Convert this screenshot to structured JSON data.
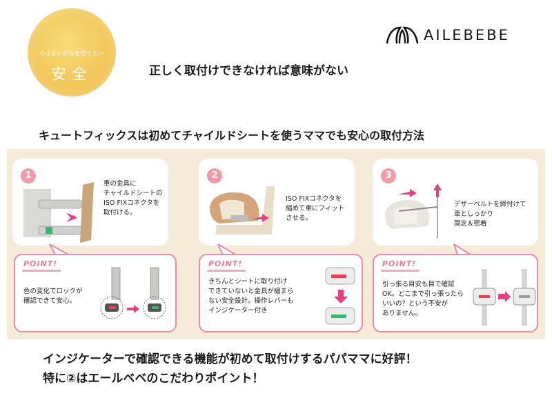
{
  "badge": {
    "subtitle": "小さないのちを守りたい",
    "title": "安全"
  },
  "brand": {
    "name": "AILEBEBE",
    "logo_icon": "ailebebe-wings-logo"
  },
  "headline": "正しく取付けできなければ意味がない",
  "subheadline": "キュートフィックスは初めてチャイルドシートを使うママでも安心の取付方法",
  "colors": {
    "badge_yellow": "#f2c75a",
    "panel_beige": "#f6ead9",
    "accent_pink": "#f29aa8",
    "point_border": "#e889a6"
  },
  "steps": [
    {
      "number": "1",
      "text": "車の金具に\nチャイルドシートの\nISO FIXコネクタを\n取付ける。",
      "point": "色の変化でロックが\n確認できて安心。"
    },
    {
      "number": "2",
      "text": "ISO FIXコネクタを\n縮めて車にフィット\nさせる。",
      "point": "きちんとシートに取り付け\nできていないと金具が縮まら\nない安全設計。操作レバーも\nインジケーター付き"
    },
    {
      "number": "3",
      "text": "デザーベルトを締付けて\n車としっかり\n固定＆密着",
      "point": "引っ張る目安も目で確認\nOK。どこまで引っ張ったら\nいいの？という不安が\nありません。"
    }
  ],
  "point_label": "POINT!",
  "bottom": {
    "line1": "インジケーターで確認できる機能が初めて取付けするパパママに好評！",
    "line2": "特に②はエールベベのこだわりポイント！"
  }
}
